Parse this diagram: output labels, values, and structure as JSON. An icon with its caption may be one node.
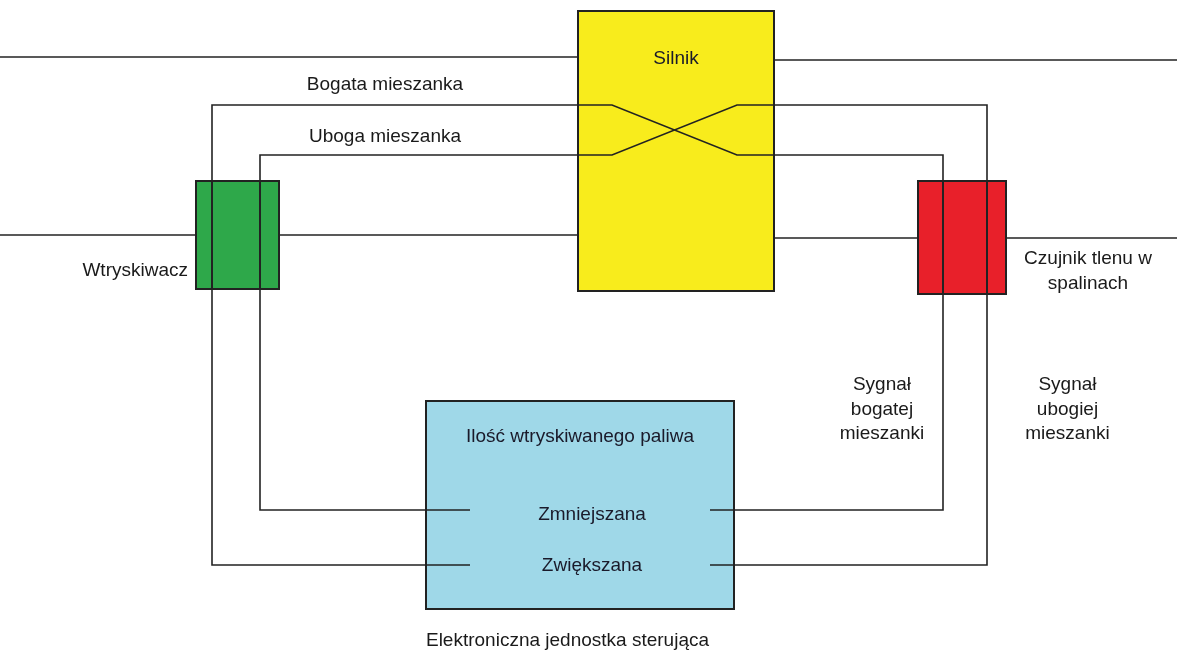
{
  "diagram": {
    "nodes": [
      {
        "text": [
          "Silnik"
        ]
      },
      {
        "text": [],
        "shape": "box",
        "beside": [
          "Wtryskiwacz"
        ]
      },
      {
        "text": [],
        "shape": "box",
        "beside": [
          "Czujnik tlenu w spalinach"
        ]
      },
      {
        "text": [
          "Ilość wtryskiwanego paliwa"
        ],
        "beside": [
          "Elektroniczna jednostka sterująca"
        ]
      },
      {
        "text": [
          "Zmniejszana"
        ],
        "in": 3
      },
      {
        "text": [
          "Zwiększana"
        ],
        "in": 3
      }
    ],
    "edges": [
      {
        "from": null,
        "to": 0,
        "arrow": "none"
      },
      {
        "from": 0,
        "to": null,
        "arrow": "none"
      },
      {
        "from": null,
        "to": 1,
        "arrow": "none"
      },
      {
        "from": 1,
        "to": 0,
        "arrow": "none"
      },
      {
        "from": 0,
        "to": 2,
        "arrow": "none"
      },
      {
        "from": 2,
        "to": null,
        "arrow": "none"
      },
      {
        "from": 0,
        "to": 1,
        "arrow": "none",
        "label": "Bogata mieszanka"
      },
      {
        "from": 0,
        "to": 1,
        "arrow": "none",
        "label": "Uboga mieszanka"
      },
      {
        "from": 2,
        "to": 0,
        "arrow": "none"
      },
      {
        "from": 2,
        "to": 0,
        "arrow": "none"
      },
      {
        "from": 2,
        "to": 4,
        "arrow": "none",
        "label": "Sygnał bogatej mieszanki"
      },
      {
        "from": 2,
        "to": 5,
        "arrow": "none",
        "label": "Sygnał ubogiej mieszanki"
      },
      {
        "from": 1,
        "to": 4,
        "arrow": "none"
      },
      {
        "from": 1,
        "to": 5,
        "arrow": "none"
      }
    ]
  }
}
